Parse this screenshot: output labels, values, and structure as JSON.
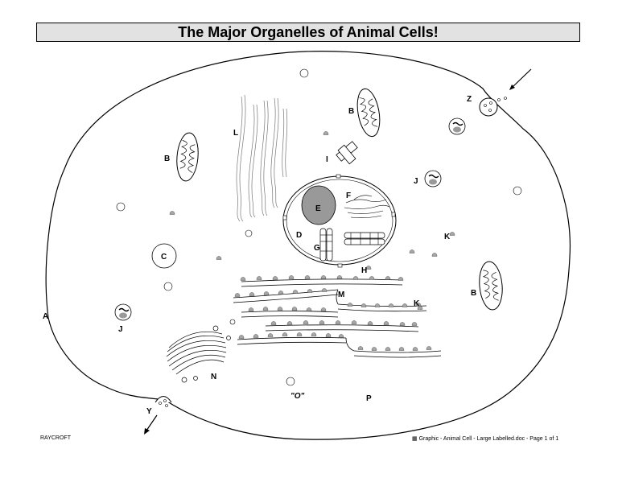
{
  "title": "The Major Organelles of Animal Cells!",
  "labels": {
    "A": "A",
    "B": "B",
    "C": "C",
    "D": "D",
    "E": "E",
    "F": "F",
    "G": "G",
    "H": "H",
    "I": "I",
    "J": "J",
    "K": "K",
    "L": "L",
    "M": "M",
    "N": "N",
    "O": "\"O\"",
    "P": "P",
    "Y": "Y",
    "Z": "Z"
  },
  "footer": {
    "author": "RAYCROFT",
    "document_info": "Graphic - Animal Cell - Large Labelled.doc - Page 1 of 1"
  },
  "colors": {
    "outline": "#000000",
    "nucleolus": "#999999",
    "ribosome": "#a6a6a6",
    "title_bar": "#e2e2e2"
  }
}
